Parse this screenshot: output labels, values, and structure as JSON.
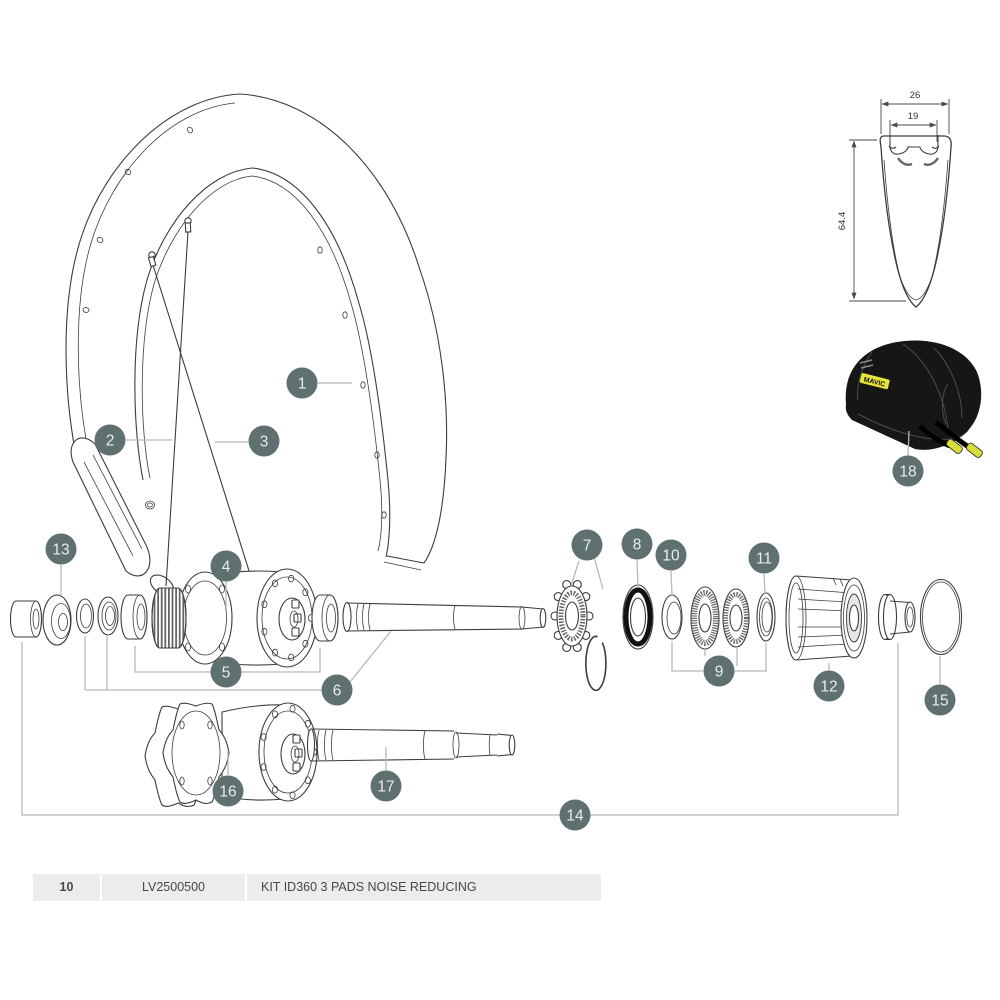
{
  "diagram": {
    "callouts": [
      {
        "label": "1"
      },
      {
        "label": "2"
      },
      {
        "label": "3"
      },
      {
        "label": "4"
      },
      {
        "label": "5"
      },
      {
        "label": "6"
      },
      {
        "label": "7"
      },
      {
        "label": "8"
      },
      {
        "label": "9"
      },
      {
        "label": "10"
      },
      {
        "label": "11"
      },
      {
        "label": "12"
      },
      {
        "label": "13"
      },
      {
        "label": "14"
      },
      {
        "label": "15"
      },
      {
        "label": "16"
      },
      {
        "label": "17"
      },
      {
        "label": "18"
      }
    ]
  },
  "rim_cross_section": {
    "outer_width": "26",
    "inner_width": "19",
    "rim_depth": "64.4"
  },
  "tire": {
    "brand_label": "MAVIC"
  },
  "parts_table": {
    "rows": [
      {
        "ref": "10",
        "part_number": "LV2500500",
        "description": "KIT ID360 3 PADS NOISE REDUCING"
      }
    ]
  },
  "colors": {
    "callout_fill": "#5e7170",
    "callout_text": "#e9ecea",
    "leader_line": "#b8b8b8",
    "ink": "#3c3c3c",
    "tire_black": "#161616",
    "label_yellow": "#e9e53d",
    "bead_tip_yellow": "#d6df39",
    "table_row_bg": "#ececec",
    "table_text": "#474747"
  }
}
